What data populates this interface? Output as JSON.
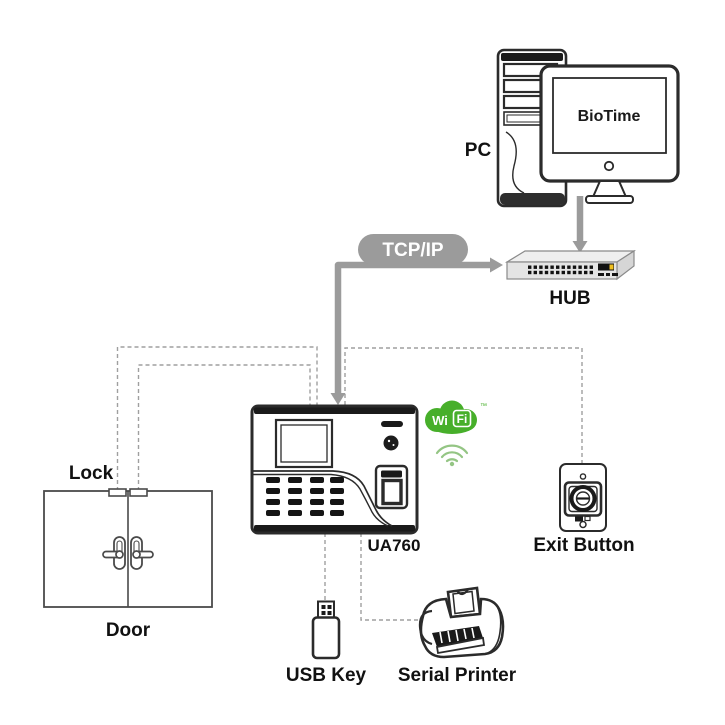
{
  "diagram": {
    "labels": {
      "pc": "PC",
      "monitor_software": "BioTime",
      "hub": "HUB",
      "protocol": "TCP/IP",
      "device_model": "UA760",
      "wifi_wi": "Wi",
      "wifi_fi": "Fi",
      "wifi_trademark": "™",
      "lock": "Lock",
      "door": "Door",
      "exit_button": "Exit Button",
      "usb_key": "USB Key",
      "serial_printer": "Serial Printer"
    },
    "colors": {
      "background": "#ffffff",
      "line_art": "#2b2b2b",
      "connector_gray": "#9b9b9b",
      "dashed_wire_gray": "#9f9f9f",
      "wifi_green": "#47af2a",
      "wifi_waves_green": "#94c584",
      "hub_body_gray": "#e4e4e4",
      "hub_port_black": "#111111",
      "hub_indicator_yellow": "#f0c020"
    }
  }
}
